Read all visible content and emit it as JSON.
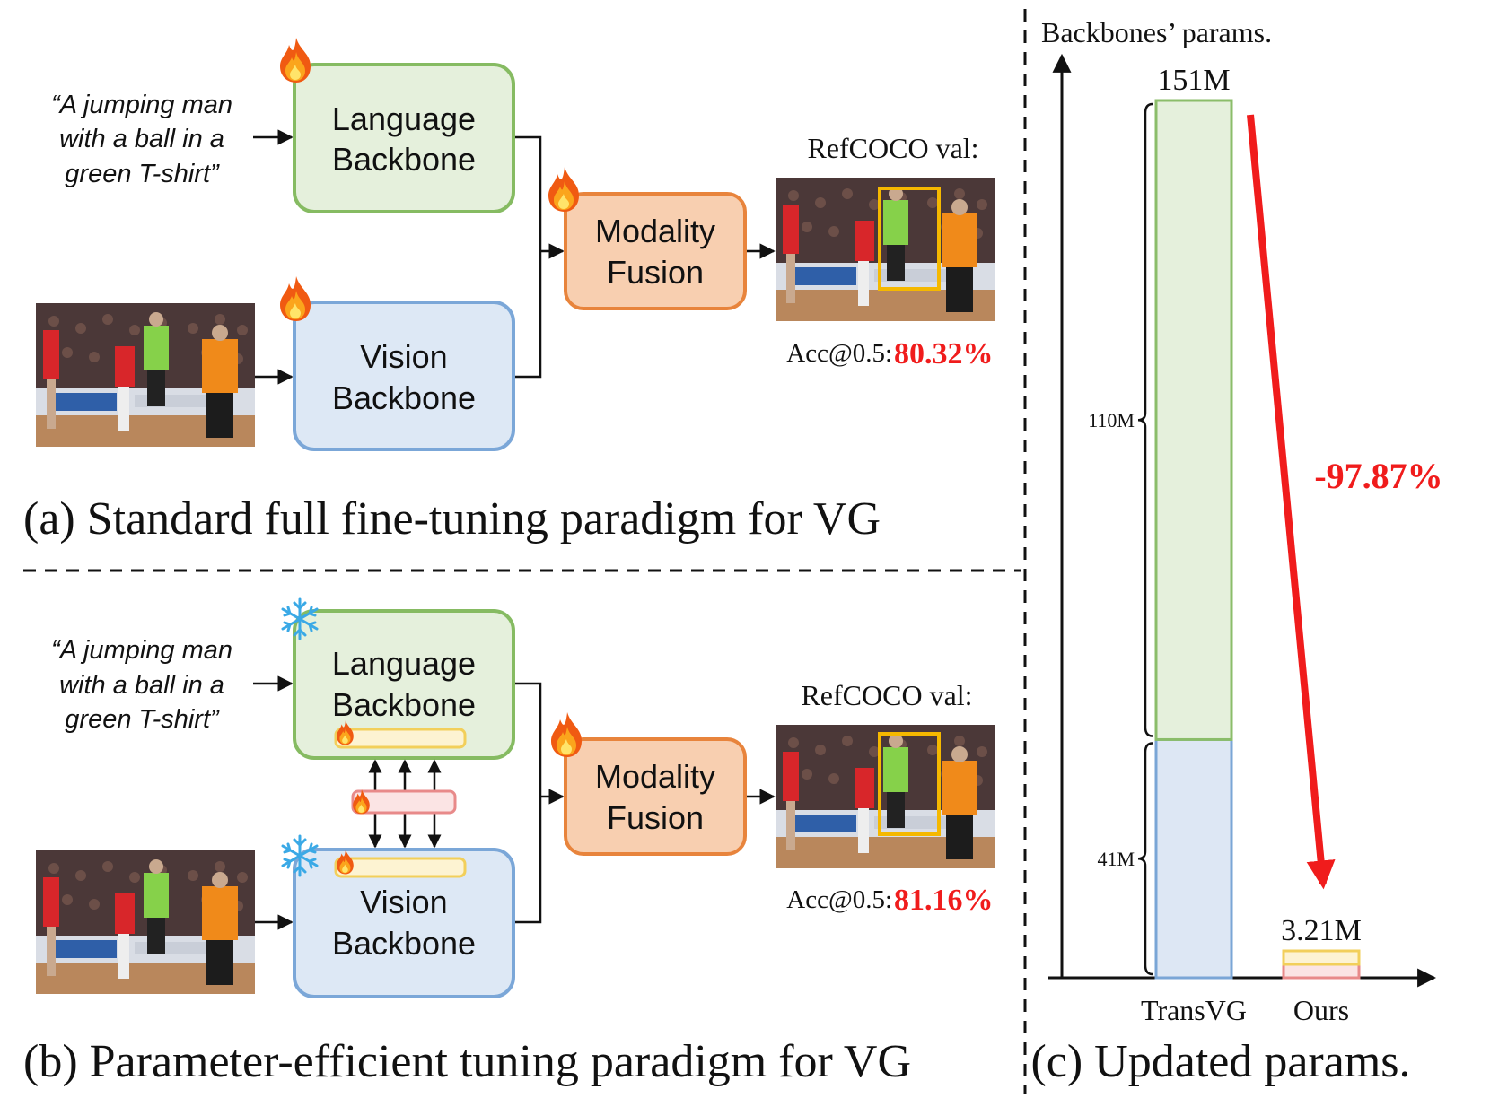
{
  "panel_a": {
    "caption": "(a) Standard full fine-tuning paradigm for VG",
    "query_lines": [
      "“A jumping man",
      "with a ball in a",
      "green T-shirt”"
    ],
    "language_box": [
      "Language",
      "Backbone"
    ],
    "vision_box": [
      "Vision",
      "Backbone"
    ],
    "fusion_box": [
      "Modality",
      "Fusion"
    ],
    "result_title": "RefCOCO val:",
    "acc_label": "Acc@0.5: ",
    "acc_value": "80.32%"
  },
  "panel_b": {
    "caption": "(b) Parameter-efficient tuning paradigm for VG",
    "query_lines": [
      "“A jumping man",
      "with a ball in a",
      "green T-shirt”"
    ],
    "language_box": [
      "Language",
      "Backbone"
    ],
    "vision_box": [
      "Vision",
      "Backbone"
    ],
    "fusion_box": [
      "Modality",
      "Fusion"
    ],
    "result_title": "RefCOCO val:",
    "acc_label": "Acc@0.5: ",
    "acc_value": "81.16%"
  },
  "panel_c": {
    "caption": "(c) Updated params.",
    "axis_title": "Backbones’ params."
  },
  "chart_data": {
    "type": "bar",
    "categories": [
      "TransVG",
      "Ours"
    ],
    "stacks": [
      {
        "category": "TransVG",
        "total_label": "151M",
        "segments": [
          {
            "label": "41M",
            "value": 41,
            "color": "#dde7f4",
            "edge": "#7aa6d6"
          },
          {
            "label": "110M",
            "value": 110,
            "color": "#e5f0dc",
            "edge": "#8bbd6a"
          }
        ]
      },
      {
        "category": "Ours",
        "total_label": "3.21M",
        "segments": [
          {
            "label": "",
            "value": 1.6,
            "color": "#fbe4e4",
            "edge": "#e88a8a"
          },
          {
            "label": "",
            "value": 1.61,
            "color": "#fdf3d2",
            "edge": "#f2cf5a"
          }
        ]
      }
    ],
    "annotation": "-97.87%",
    "ylim": [
      0,
      160
    ]
  },
  "colors": {
    "language_fill": "#e5f0dc",
    "language_edge": "#86bb62",
    "vision_fill": "#dde8f5",
    "vision_edge": "#7ba7d8",
    "fusion_fill": "#f8cfb0",
    "fusion_edge": "#e8843c",
    "accent_red": "#f01c1c",
    "bbox": "#f5b800"
  },
  "icons": [
    "fire-icon",
    "snowflake-icon",
    "photo-thumbnail"
  ]
}
